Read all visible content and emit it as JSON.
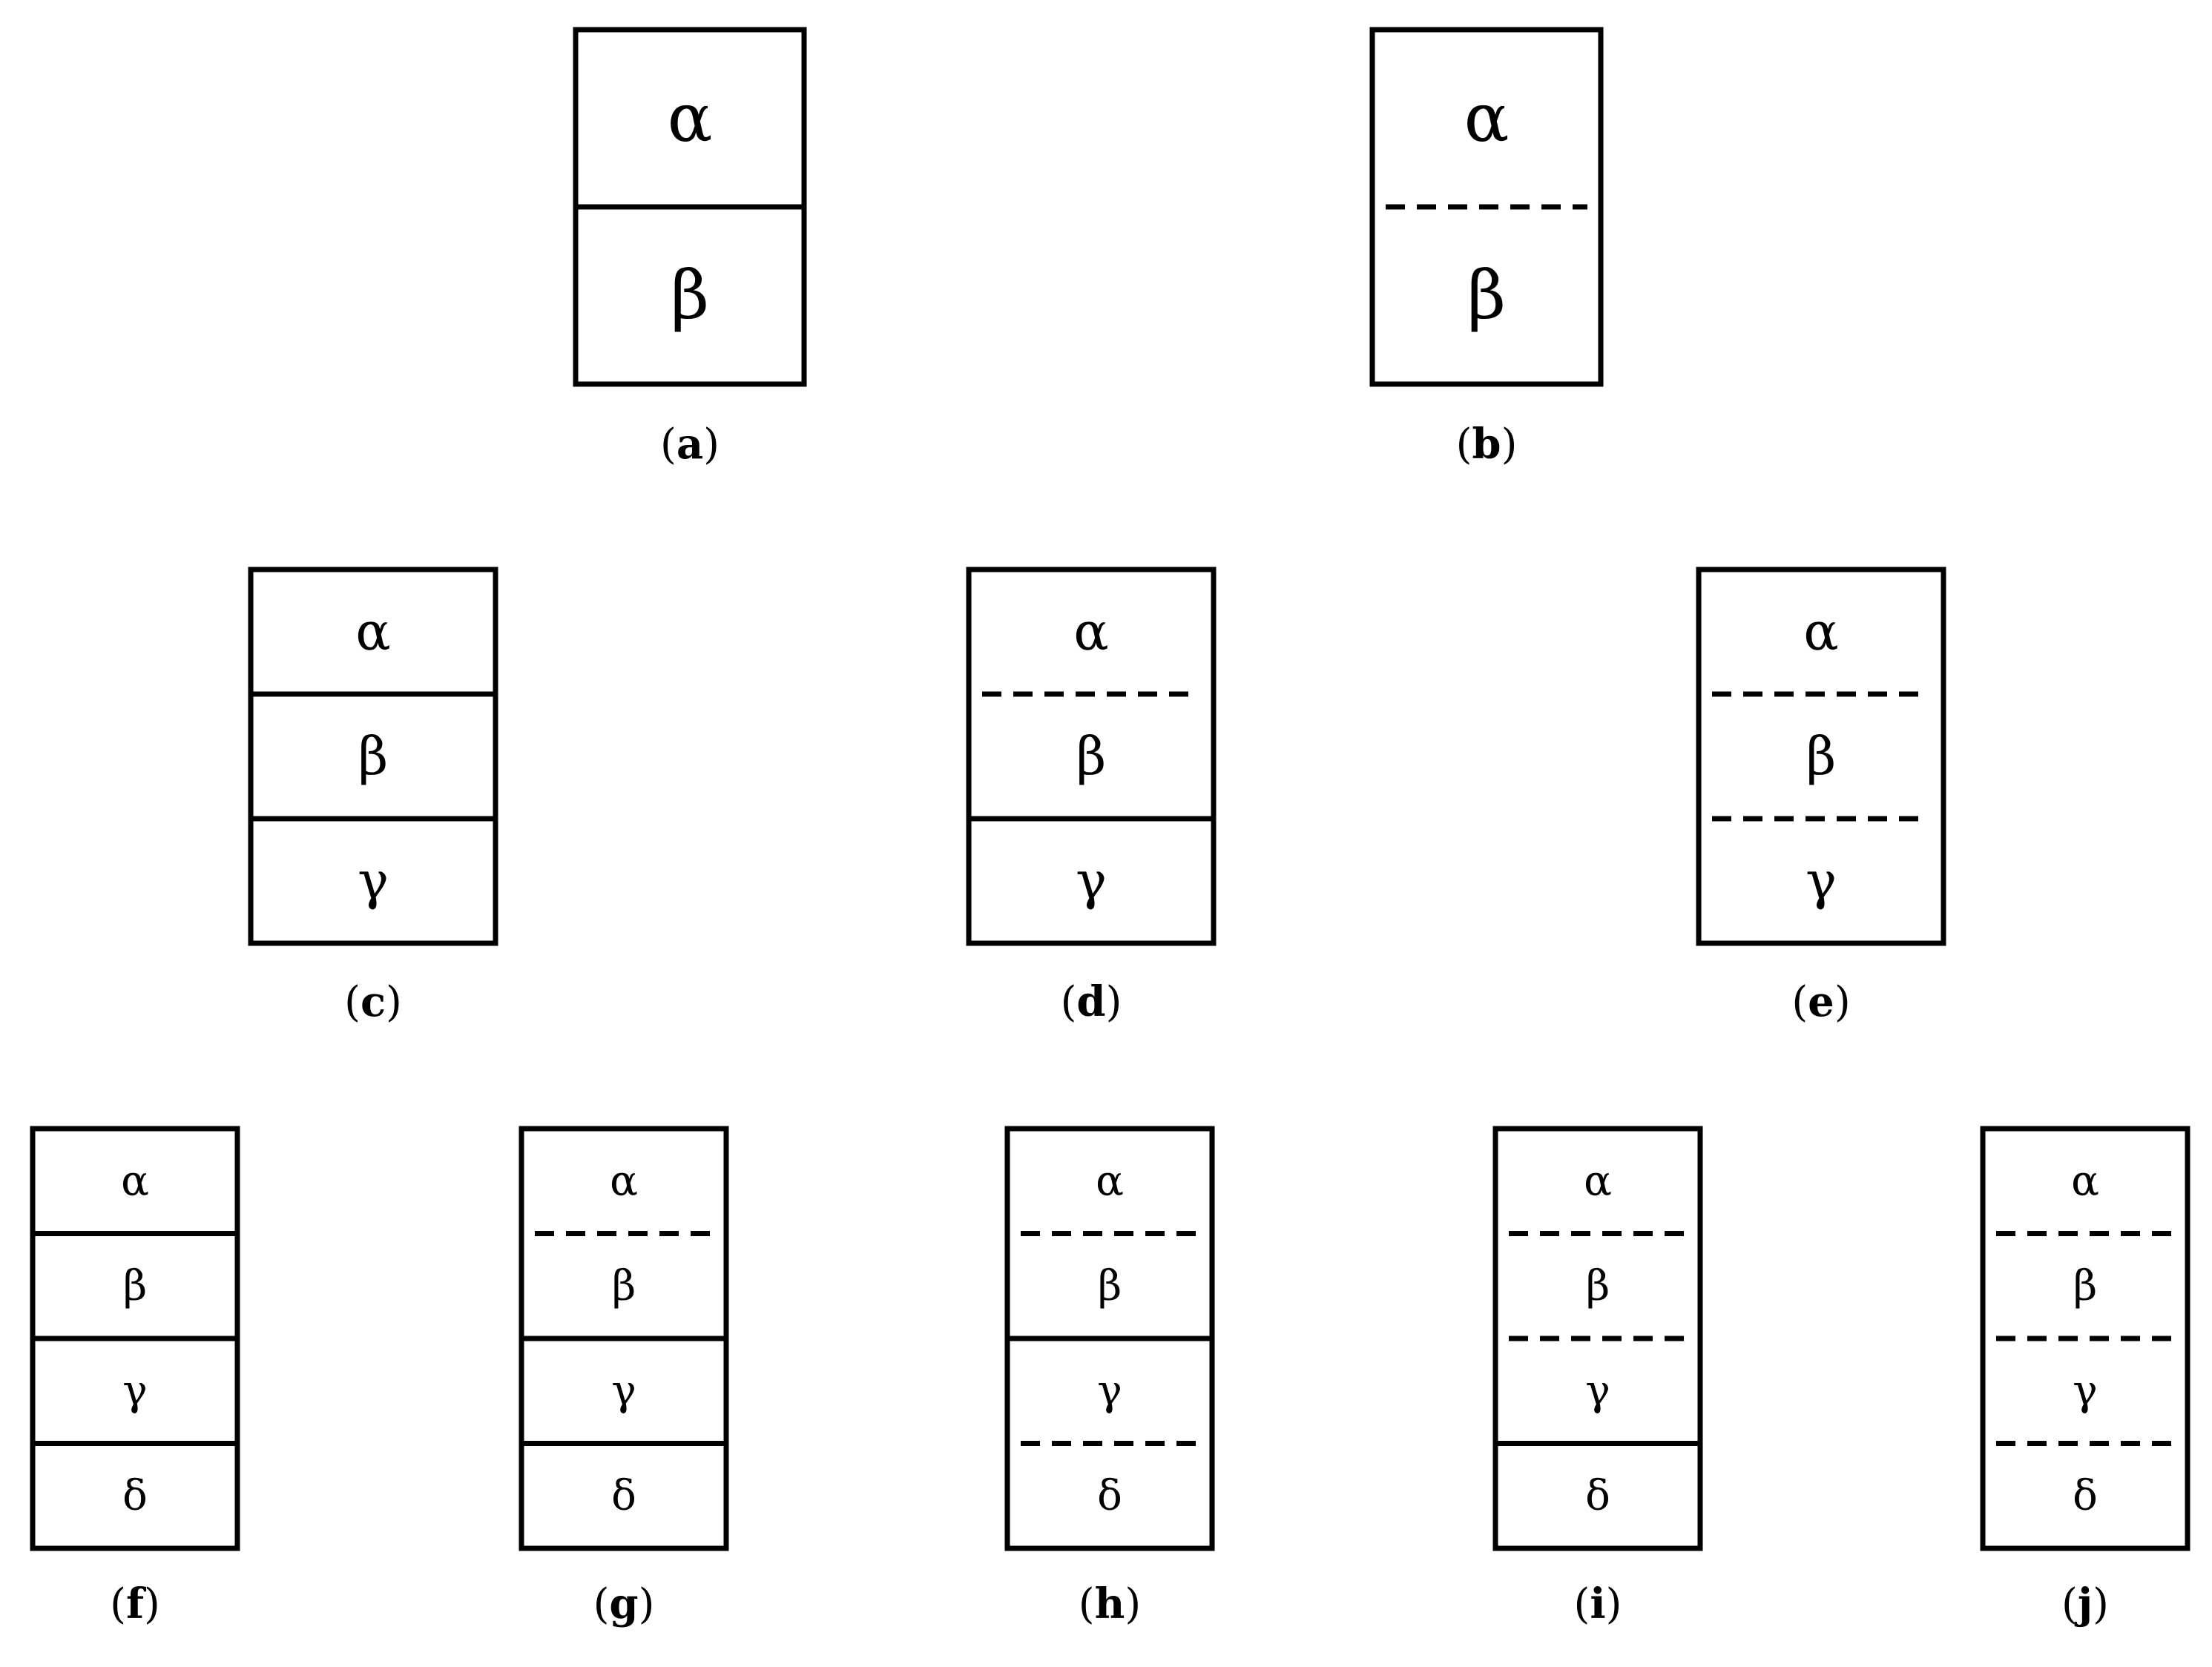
{
  "figure": {
    "line_color": "#000000",
    "background": "#ffffff",
    "panels": [
      {
        "label": "a",
        "cells": [
          "α",
          "β"
        ],
        "dividers": [
          "solid"
        ]
      },
      {
        "label": "b",
        "cells": [
          "α",
          "β"
        ],
        "dividers": [
          "dashed"
        ]
      },
      {
        "label": "c",
        "cells": [
          "α",
          "β",
          "γ"
        ],
        "dividers": [
          "solid",
          "solid"
        ]
      },
      {
        "label": "d",
        "cells": [
          "α",
          "β",
          "γ"
        ],
        "dividers": [
          "dashed",
          "solid"
        ]
      },
      {
        "label": "e",
        "cells": [
          "α",
          "β",
          "γ"
        ],
        "dividers": [
          "dashed",
          "dashed"
        ]
      },
      {
        "label": "f",
        "cells": [
          "α",
          "β",
          "γ",
          "δ"
        ],
        "dividers": [
          "solid",
          "solid",
          "solid"
        ]
      },
      {
        "label": "g",
        "cells": [
          "α",
          "β",
          "γ",
          "δ"
        ],
        "dividers": [
          "dashed",
          "solid",
          "solid"
        ]
      },
      {
        "label": "h",
        "cells": [
          "α",
          "β",
          "γ",
          "δ"
        ],
        "dividers": [
          "dashed",
          "solid",
          "dashed"
        ]
      },
      {
        "label": "i",
        "cells": [
          "α",
          "β",
          "γ",
          "δ"
        ],
        "dividers": [
          "dashed",
          "dashed",
          "solid"
        ]
      },
      {
        "label": "j",
        "cells": [
          "α",
          "β",
          "γ",
          "δ"
        ],
        "dividers": [
          "dashed",
          "dashed",
          "dashed"
        ]
      }
    ]
  }
}
